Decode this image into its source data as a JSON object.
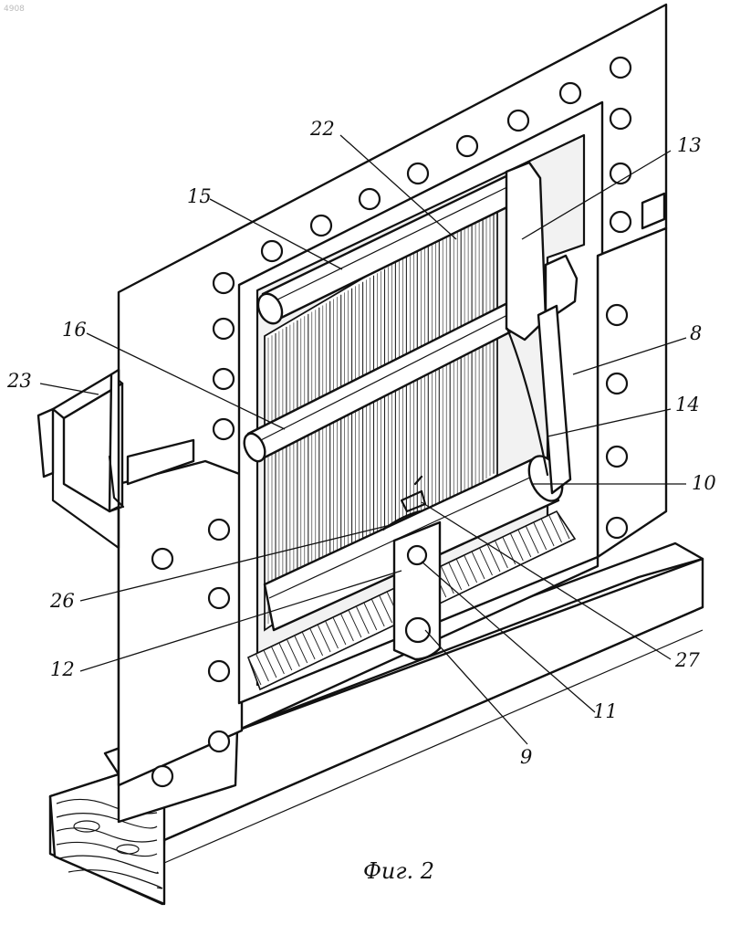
{
  "figure": {
    "caption": "Фиг. 2",
    "corner_mark": "4908"
  },
  "labels": [
    {
      "id": "22",
      "text": "22"
    },
    {
      "id": "13",
      "text": "13"
    },
    {
      "id": "15",
      "text": "15"
    },
    {
      "id": "16",
      "text": "16"
    },
    {
      "id": "8",
      "text": "8"
    },
    {
      "id": "23",
      "text": "23"
    },
    {
      "id": "14",
      "text": "14"
    },
    {
      "id": "10",
      "text": "10"
    },
    {
      "id": "26",
      "text": "26"
    },
    {
      "id": "12",
      "text": "12"
    },
    {
      "id": "27",
      "text": "27"
    },
    {
      "id": "11",
      "text": "11"
    },
    {
      "id": "9",
      "text": "9"
    }
  ],
  "colors": {
    "ink": "#111111",
    "paper": "#ffffff"
  }
}
